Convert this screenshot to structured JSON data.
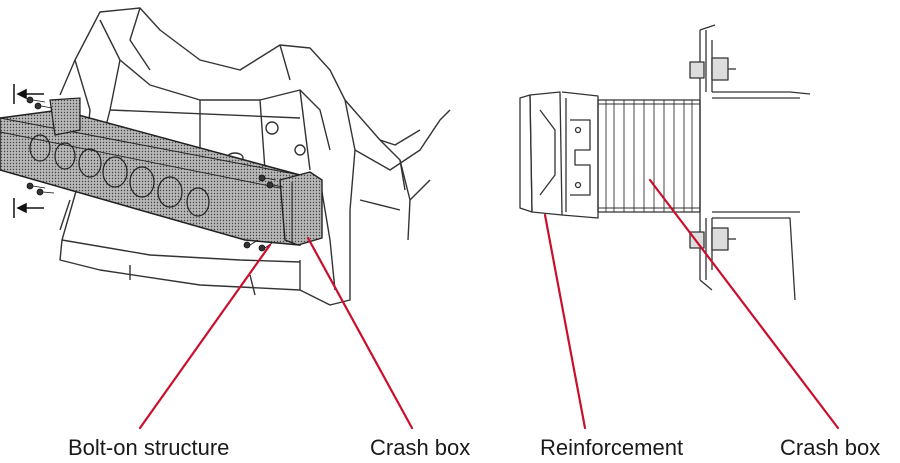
{
  "labels": {
    "bolt_on_structure": "Bolt-on structure",
    "crash_box_left": "Crash box",
    "reinforcement": "Reinforcement",
    "crash_box_right": "Crash box"
  },
  "colors": {
    "leader_line": "#c8102e",
    "line_art": "#333333",
    "shading": "#8c8c8c",
    "background": "#ffffff"
  }
}
